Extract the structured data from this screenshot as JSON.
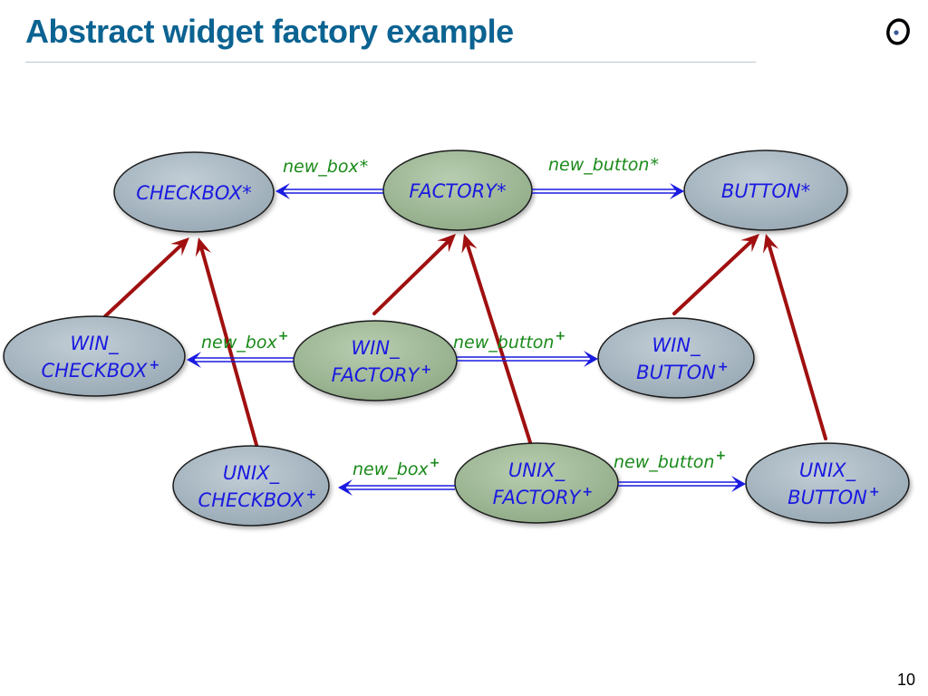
{
  "slide": {
    "title": "Abstract widget factory example",
    "page_number": "10",
    "logo_icon": "eiffel-logo-icon"
  },
  "diagram": {
    "colors": {
      "node_blue_fill": "#aab8c2",
      "node_green_fill": "#a3bb9b",
      "node_text": "#1a1ae0",
      "edge_label": "#1a8a1a",
      "client_arrow": "#1a1ae0",
      "inherit_arrow": "#a01010"
    },
    "nodes": [
      {
        "id": "checkbox",
        "lines": [
          "CHECKBOX*"
        ],
        "sup": "",
        "kind": "product"
      },
      {
        "id": "factory",
        "lines": [
          "FACTORY*"
        ],
        "sup": "",
        "kind": "factory"
      },
      {
        "id": "button",
        "lines": [
          "BUTTON*"
        ],
        "sup": "",
        "kind": "product"
      },
      {
        "id": "win_checkbox",
        "lines": [
          "WIN_",
          "CHECKBOX"
        ],
        "sup": "+",
        "kind": "product"
      },
      {
        "id": "win_factory",
        "lines": [
          "WIN_",
          "FACTORY"
        ],
        "sup": "+",
        "kind": "factory"
      },
      {
        "id": "win_button",
        "lines": [
          "WIN_",
          "BUTTON"
        ],
        "sup": "+",
        "kind": "product"
      },
      {
        "id": "unix_checkbox",
        "lines": [
          "UNIX_",
          "CHECKBOX"
        ],
        "sup": "+",
        "kind": "product"
      },
      {
        "id": "unix_factory",
        "lines": [
          "UNIX_",
          "FACTORY"
        ],
        "sup": "+",
        "kind": "factory"
      },
      {
        "id": "unix_button",
        "lines": [
          "UNIX_",
          "BUTTON"
        ],
        "sup": "+",
        "kind": "product"
      }
    ],
    "client_edges": [
      {
        "from": "factory",
        "to": "checkbox",
        "label": "new_box",
        "sup": "*"
      },
      {
        "from": "factory",
        "to": "button",
        "label": "new_button",
        "sup": "*"
      },
      {
        "from": "win_factory",
        "to": "win_checkbox",
        "label": "new_box",
        "sup": "+"
      },
      {
        "from": "win_factory",
        "to": "win_button",
        "label": "new_button",
        "sup": "+"
      },
      {
        "from": "unix_factory",
        "to": "unix_checkbox",
        "label": "new_box",
        "sup": "+"
      },
      {
        "from": "unix_factory",
        "to": "unix_button",
        "label": "new_button",
        "sup": "+"
      }
    ],
    "inherit_edges": [
      {
        "from": "win_checkbox",
        "to": "checkbox"
      },
      {
        "from": "unix_checkbox",
        "to": "checkbox"
      },
      {
        "from": "win_factory",
        "to": "factory"
      },
      {
        "from": "unix_factory",
        "to": "factory"
      },
      {
        "from": "win_button",
        "to": "button"
      },
      {
        "from": "unix_button",
        "to": "button"
      }
    ]
  }
}
